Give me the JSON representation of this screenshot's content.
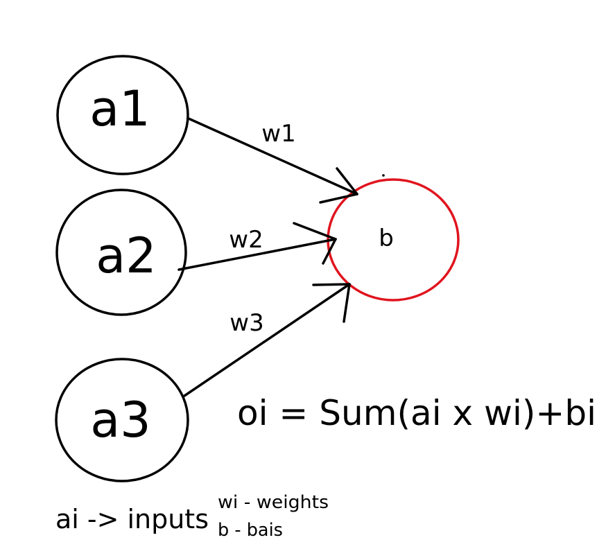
{
  "nodes": {
    "a1": "a1",
    "a2": "a2",
    "a3": "a3",
    "b": "b"
  },
  "weights": {
    "w1": "w1",
    "w2": "w2",
    "w3": "w3"
  },
  "formula": "oi = Sum(ai x wi)+bi",
  "legend": {
    "inputs": "ai -> inputs",
    "weights": "wi - weights",
    "bias": "b - bais"
  },
  "colors": {
    "stroke": "#000000",
    "output_circle": "#e0141e"
  }
}
